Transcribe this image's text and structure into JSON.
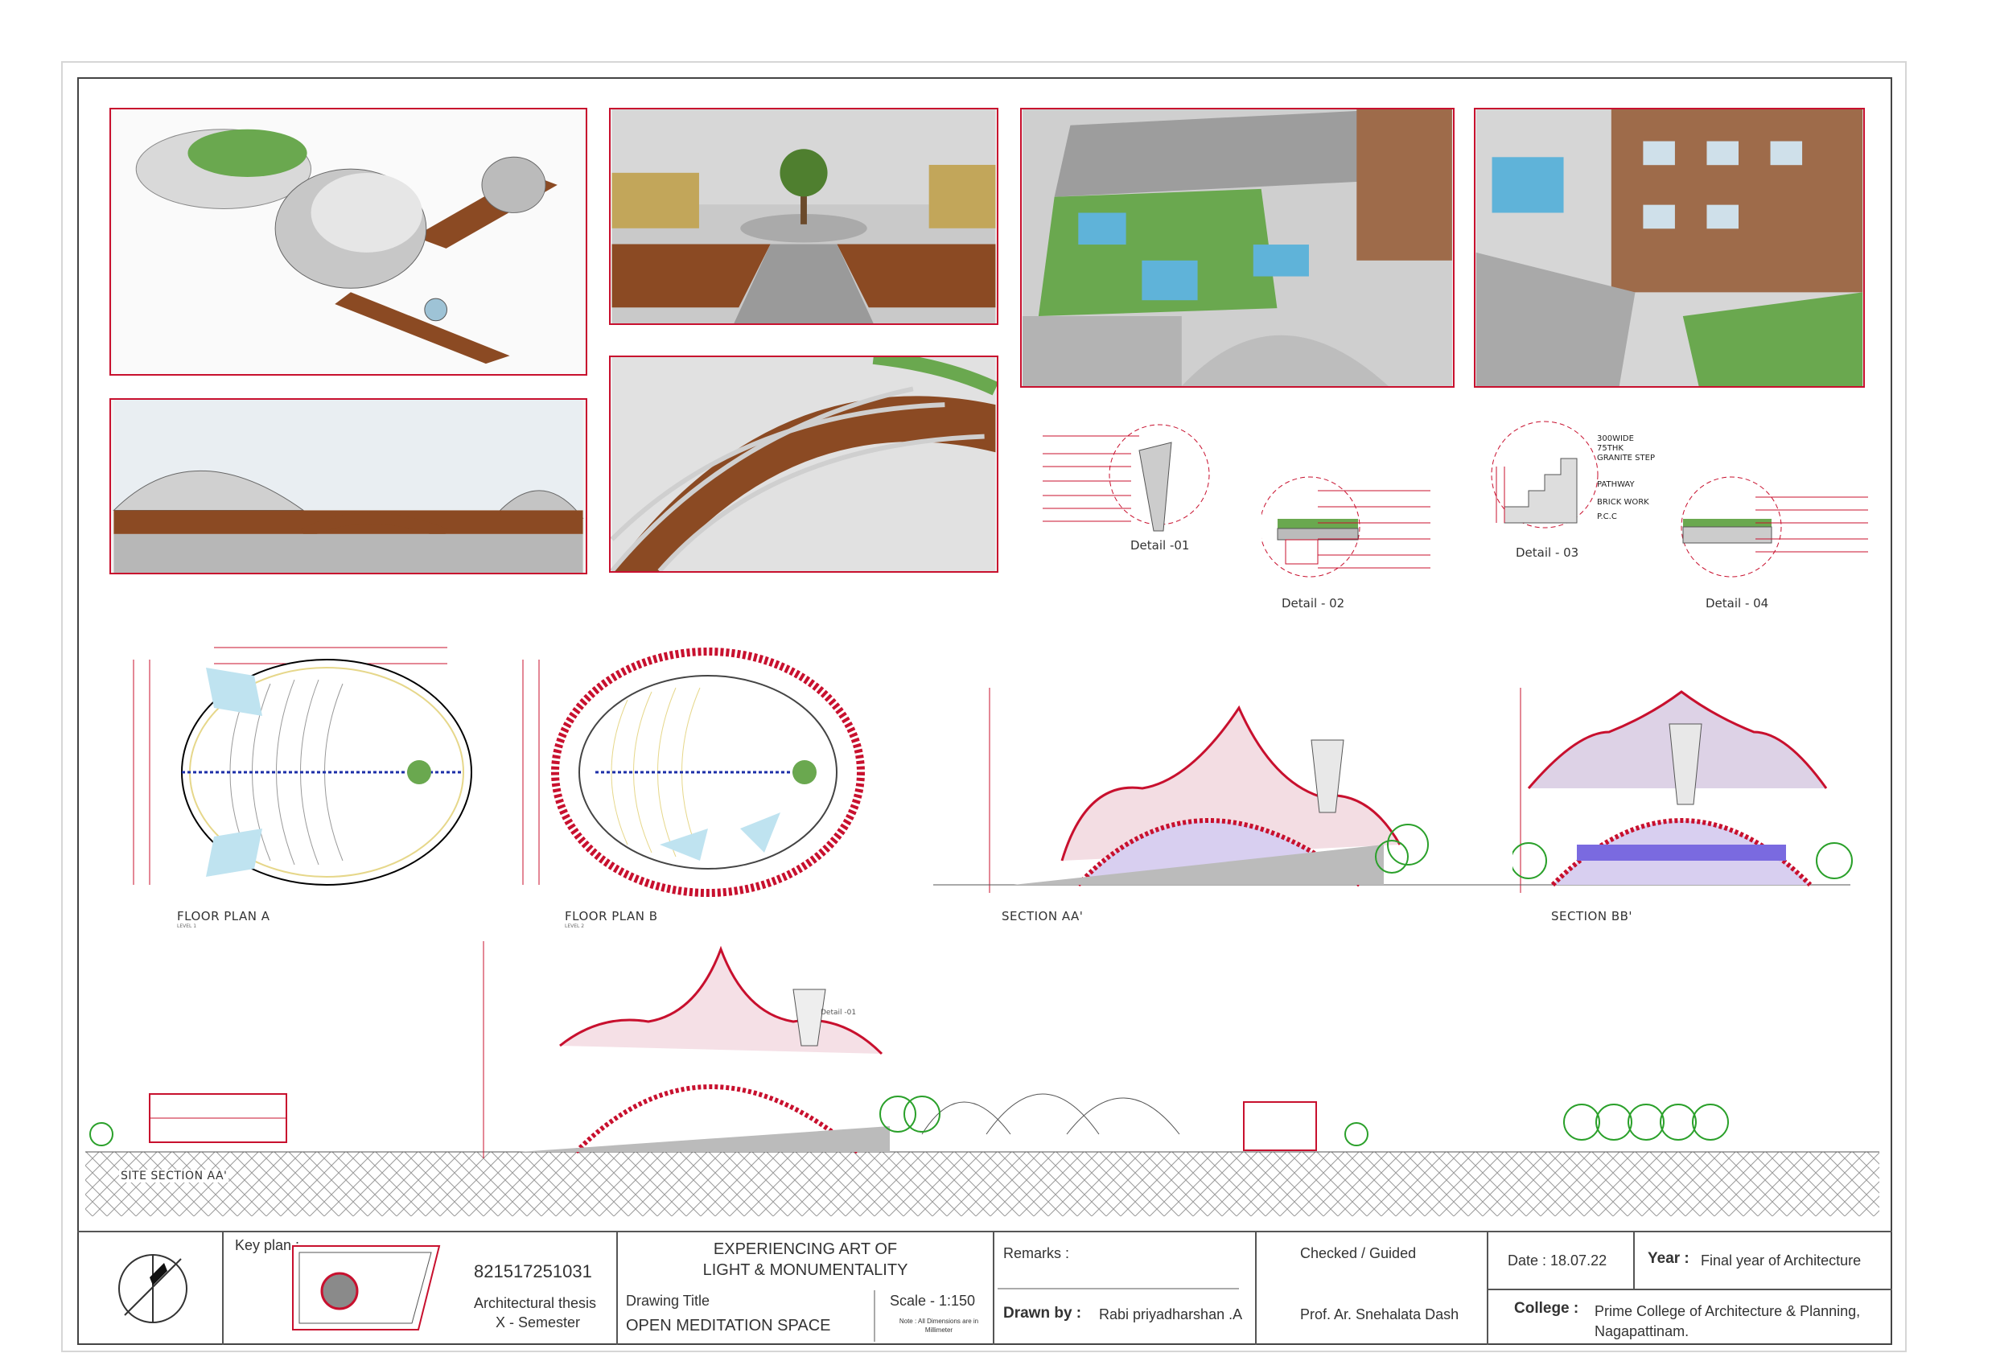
{
  "drawing_labels": {
    "floor_plan_a": "FLOOR PLAN A",
    "floor_plan_a_level": "LEVEL 1",
    "floor_plan_b": "FLOOR PLAN B",
    "floor_plan_b_level": "LEVEL 2",
    "section_aa": "SECTION AA'",
    "section_bb": "SECTION BB'",
    "site_section": "SITE SECTION AA'"
  },
  "details": {
    "detail_01": "Detail -01",
    "detail_02": "Detail - 02",
    "detail_03": "Detail - 03",
    "detail_04": "Detail - 04",
    "detail_03_notes": [
      "300WIDE 75THK GRANITE STEP",
      "PATHWAY",
      "BRICK WORK",
      "P.C.C"
    ]
  },
  "site_section_notes": {
    "detail_01_tag": "Detail -01"
  },
  "title_block": {
    "key_plan_label": "Key plan :",
    "reg_number": "821517251031",
    "thesis_line1": "Architectural thesis",
    "thesis_line2": "X - Semester",
    "project_title_line1": "EXPERIENCING ART OF",
    "project_title_line2": "LIGHT & MONUMENTALITY",
    "drawing_title_label": "Drawing Title",
    "drawing_title": "OPEN MEDITATION SPACE",
    "scale": "Scale - 1:150",
    "note_line1": "Note : All Dimensions are in",
    "note_line2": "Millimeter",
    "remarks_label": "Remarks :",
    "drawn_by_label": "Drawn by :",
    "drawn_by_name": "Rabi priyadharshan .A",
    "checked_label": "Checked / Guided",
    "checked_name": "Prof. Ar. Snehalata Dash",
    "date": "Date : 18.07.22",
    "year_label": "Year :",
    "year_value": "Final year of Architecture",
    "college_label": "College :",
    "college_line1": "Prime College of Architecture & Planning,",
    "college_line2": "Nagapattinam."
  },
  "colors": {
    "accent_red": "#c8102e",
    "tree_green": "#2aa02a",
    "roof_purple": "#b9a6d6",
    "ground_hatch": "#9a9a9a"
  }
}
